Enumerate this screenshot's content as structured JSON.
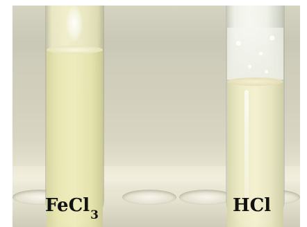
{
  "labels": {
    "left_tube": {
      "main": "FeCl",
      "subscript": "3"
    },
    "right_tube": "HCl"
  },
  "colors": {
    "label_text": "#111111",
    "left_liquid": "#eceab9",
    "right_liquid": "#efedc9",
    "background": "#d3d1bd"
  }
}
